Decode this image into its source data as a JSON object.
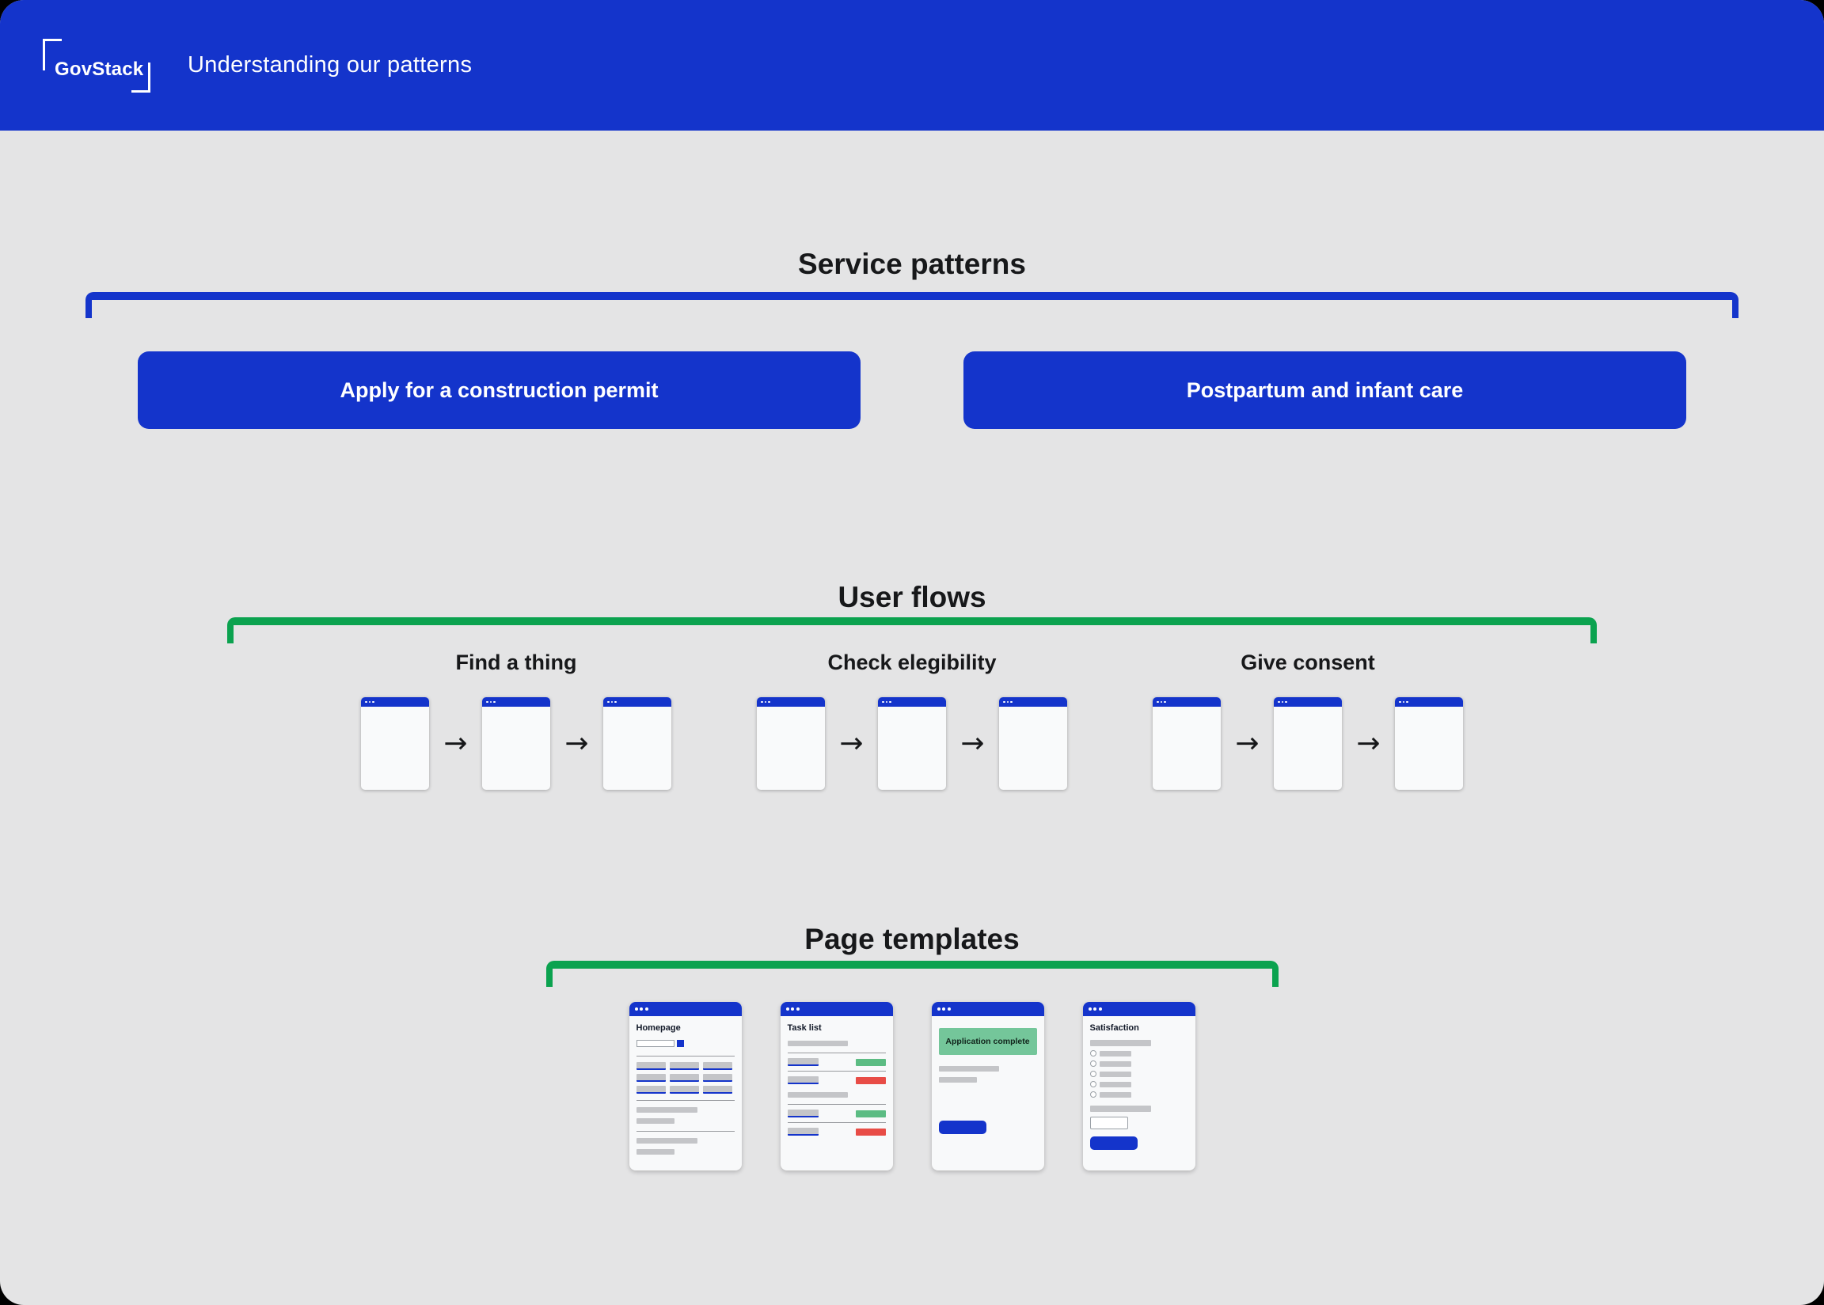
{
  "header": {
    "logo_text": "GovStack",
    "title": "Understanding our patterns"
  },
  "icons": {
    "arrow": "→"
  },
  "colors": {
    "brand_blue": "#1434CB",
    "bracket_green": "#0BA24F",
    "badge_green": "#5CBC83",
    "badge_red": "#E84C46",
    "banner_green": "#74C69A",
    "background_gray": "#E4E4E5"
  },
  "sections": {
    "service_patterns": {
      "title": "Service patterns",
      "items": [
        {
          "label": "Apply for a construction permit"
        },
        {
          "label": "Postpartum and infant care"
        }
      ]
    },
    "user_flows": {
      "title": "User flows",
      "flows": [
        {
          "label": "Find a thing"
        },
        {
          "label": "Check elegibility"
        },
        {
          "label": "Give consent"
        }
      ]
    },
    "page_templates": {
      "title": "Page templates",
      "templates": [
        {
          "label": "Homepage"
        },
        {
          "label": "Task list"
        },
        {
          "label": "Application complete"
        },
        {
          "label": "Satisfaction"
        }
      ]
    }
  }
}
